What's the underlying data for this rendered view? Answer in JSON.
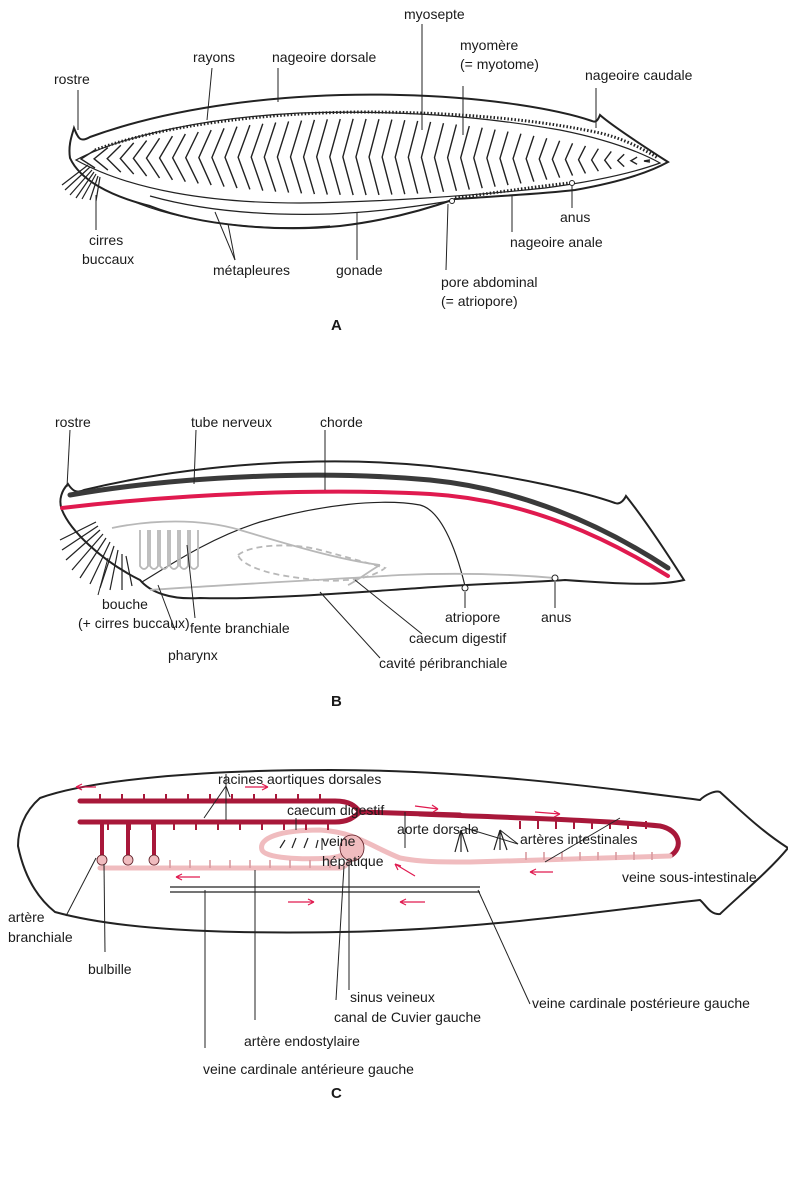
{
  "colors": {
    "chorde": "#e01a4f",
    "tube_nerveux": "#3a3a3a",
    "vessel_dark": "#a8183a",
    "vessel_light": "#f0bcbf",
    "arrows": "#e01a4f",
    "inner_structures": "#b8b8b8"
  },
  "panelA": {
    "caption": "A",
    "labels": {
      "rostre": "rostre",
      "rayons": "rayons",
      "nageoire_dorsale": "nageoire dorsale",
      "myosepte": "myosepte",
      "myomere_1": "myomère",
      "myomere_2": "(= myotome)",
      "nageoire_caudale": "nageoire caudale",
      "cirres_1": "cirres",
      "cirres_2": "buccaux",
      "metapleures": "métapleures",
      "gonade": "gonade",
      "pore_1": "pore abdominal",
      "pore_2": "(= atriopore)",
      "anus": "anus",
      "nageoire_anale": "nageoire anale"
    }
  },
  "panelB": {
    "caption": "B",
    "labels": {
      "rostre": "rostre",
      "tube_nerveux": "tube nerveux",
      "chorde": "chorde",
      "bouche_1": "bouche",
      "bouche_2": "(+ cirres buccaux)",
      "fente_branchiale": "fente branchiale",
      "pharynx": "pharynx",
      "atriopore": "atriopore",
      "anus": "anus",
      "caecum_digestif": "caecum digestif",
      "cavite_peribranchiale": "cavité péribranchiale"
    }
  },
  "panelC": {
    "caption": "C",
    "labels": {
      "racines_aortiques": "racines aortiques dorsales",
      "caecum_digestif": "caecum digestif",
      "veine_hepatique_1": "veine",
      "veine_hepatique_2": "hépatique",
      "aorte_dorsale": "aorte dorsale",
      "arteres_intestinales": "artères intestinales",
      "veine_sous_intestinale": "veine sous-intestinale",
      "artere_branchiale_1": "artère",
      "artere_branchiale_2": "branchiale",
      "bulbille": "bulbille",
      "sinus_veineux": "sinus veineux",
      "canal_cuvier": "canal de Cuvier gauche",
      "artere_endostylaire": "artère endostylaire",
      "veine_cardinale_anterieure": "veine cardinale antérieure gauche",
      "veine_cardinale_posterieure": "veine cardinale postérieure gauche"
    }
  }
}
